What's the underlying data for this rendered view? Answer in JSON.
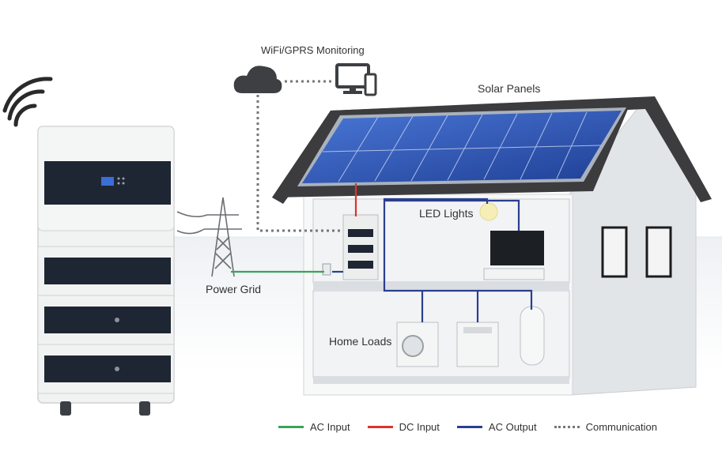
{
  "labels": {
    "monitoring": "WiFi/GPRS Monitoring",
    "solar_panels": "Solar Panels",
    "led_lights": "LED Lights",
    "power_grid": "Power Grid",
    "home_loads": "Home Loads"
  },
  "legend": [
    {
      "label": "AC Input",
      "color": "#3aa35b",
      "style": "solid"
    },
    {
      "label": "DC Input",
      "color": "#d9352b",
      "style": "solid"
    },
    {
      "label": "AC Output",
      "color": "#2b3f8f",
      "style": "solid"
    },
    {
      "label": "Communication",
      "color": "#777777",
      "style": "dotted"
    }
  ],
  "colors": {
    "ac_input": "#3aa35b",
    "dc_input": "#d9352b",
    "ac_output": "#2b3f8f",
    "communication": "#777777",
    "roof": "#3c3c3e",
    "panel": "#2f56b8"
  },
  "icons": [
    "wifi-icon",
    "cloud-icon",
    "monitor-icon",
    "phone-icon",
    "pylon-icon",
    "bulb-icon"
  ]
}
